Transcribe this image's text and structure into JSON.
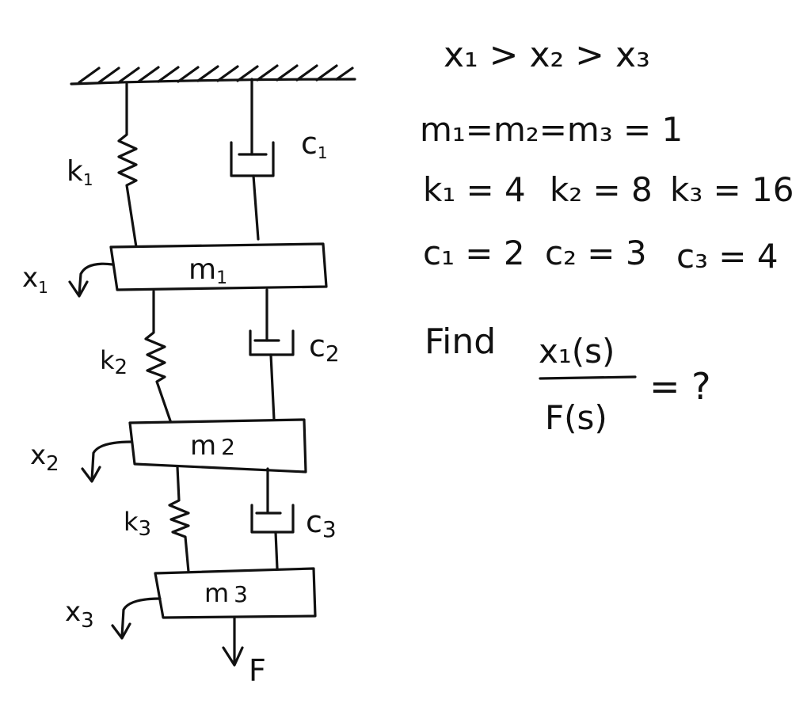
{
  "diagram": {
    "masses": [
      {
        "label": "m",
        "sub": "1"
      },
      {
        "label": "m",
        "sub": "2"
      },
      {
        "label": "m",
        "sub": "3"
      }
    ],
    "springs": [
      {
        "label": "k",
        "sub": "1"
      },
      {
        "label": "k",
        "sub": "2"
      },
      {
        "label": "k",
        "sub": "3"
      }
    ],
    "dampers": [
      {
        "label": "c",
        "sub": "1"
      },
      {
        "label": "c",
        "sub": "2"
      },
      {
        "label": "c",
        "sub": "3"
      }
    ],
    "displacements": [
      {
        "label": "x",
        "sub": "1"
      },
      {
        "label": "x",
        "sub": "2"
      },
      {
        "label": "x",
        "sub": "3"
      }
    ],
    "force_label": "F"
  },
  "notes": {
    "line1": "x₁ > x₂ > x₃",
    "line2": "m₁=m₂=m₃ = 1",
    "line3a": "k₁ = 4",
    "line3b": "k₂ = 8",
    "line3c": "k₃ = 16",
    "line4a": "c₁ = 2",
    "line4b": "c₂ = 3",
    "line4c": "c₃ = 4",
    "find": "Find",
    "numerator": "x₁(s)",
    "denominator": "F(s)",
    "equals": "= ?"
  }
}
